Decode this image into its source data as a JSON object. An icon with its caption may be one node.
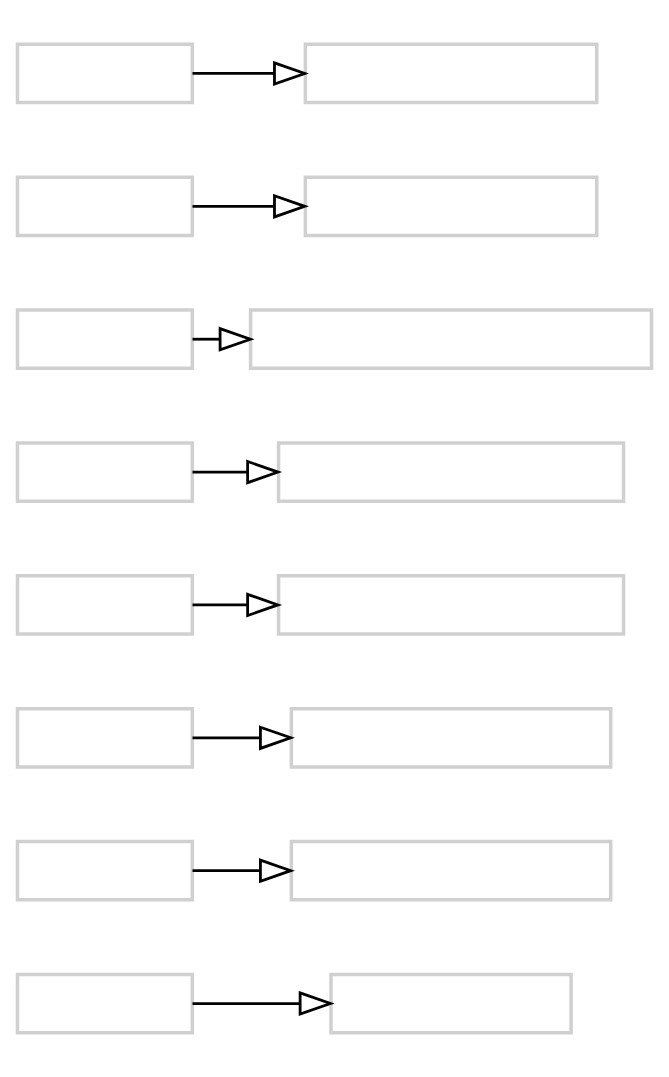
{
  "diagram": {
    "nodes": [
      {
        "text": [],
        "shape": "box"
      },
      {
        "text": [],
        "shape": "box"
      },
      {
        "text": [],
        "shape": "box"
      },
      {
        "text": [],
        "shape": "box"
      },
      {
        "text": [],
        "shape": "box"
      },
      {
        "text": [],
        "shape": "box"
      },
      {
        "text": [],
        "shape": "box"
      },
      {
        "text": [],
        "shape": "box"
      },
      {
        "text": [],
        "shape": "box"
      },
      {
        "text": [],
        "shape": "box"
      },
      {
        "text": [],
        "shape": "box"
      },
      {
        "text": [],
        "shape": "box"
      },
      {
        "text": [],
        "shape": "box"
      },
      {
        "text": [],
        "shape": "box"
      },
      {
        "text": [],
        "shape": "box"
      },
      {
        "text": [],
        "shape": "box"
      }
    ],
    "edges": [
      {
        "from": 0,
        "to": 1,
        "arrow": "to"
      },
      {
        "from": 2,
        "to": 3,
        "arrow": "to"
      },
      {
        "from": 4,
        "to": 5,
        "arrow": "to"
      },
      {
        "from": 6,
        "to": 7,
        "arrow": "to"
      },
      {
        "from": 8,
        "to": 9,
        "arrow": "to"
      },
      {
        "from": 10,
        "to": 11,
        "arrow": "to"
      },
      {
        "from": 12,
        "to": 13,
        "arrow": "to"
      },
      {
        "from": 14,
        "to": 15,
        "arrow": "to"
      }
    ]
  }
}
